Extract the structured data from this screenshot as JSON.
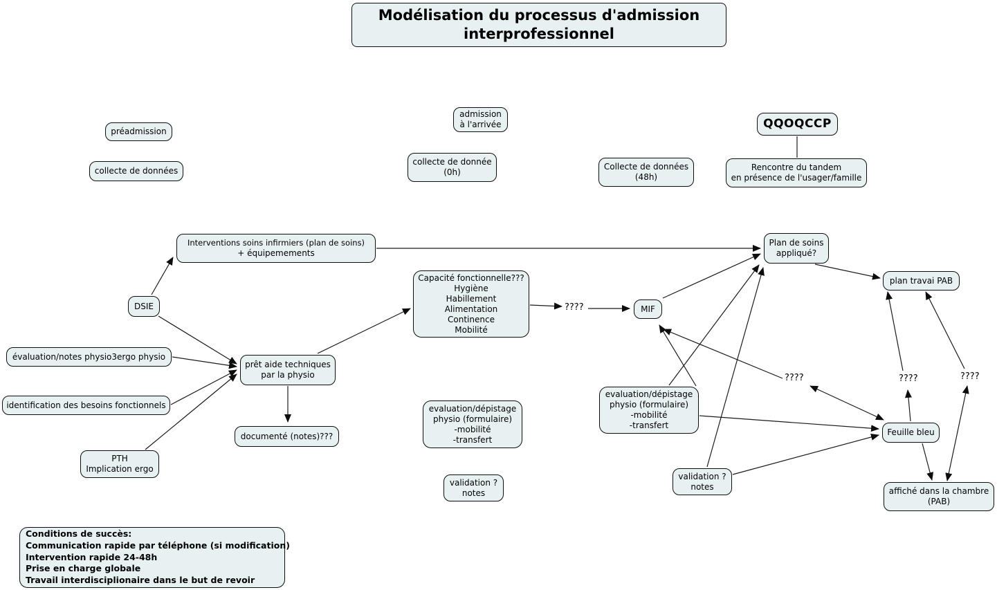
{
  "colors": {
    "node_fill": "#e8f1f2",
    "node_border": "#0d0d0d",
    "line_color": "#1a1a1a",
    "background": "#ffffff"
  },
  "title": {
    "line1": "Modélisation du processus d'admission",
    "line2": "interprofessionnel"
  },
  "nodes": {
    "preadmission": {
      "label": "préadmission"
    },
    "collecte_pre": {
      "label": "collecte de données"
    },
    "admission": {
      "lines": [
        "admission",
        "à l'arrivée"
      ]
    },
    "collecte_0h": {
      "lines": [
        "collecte de donnée",
        "(0h)"
      ]
    },
    "collecte_48h": {
      "lines": [
        "Collecte de données",
        "(48h)"
      ]
    },
    "qqoqccp": {
      "label": "QQOQCCP"
    },
    "rencontre": {
      "lines": [
        "Rencontre du tandem",
        "en présence de l'usager/famille"
      ]
    },
    "interventions": {
      "lines": [
        "Interventions soins infirmiers (plan de soins)",
        "+ équipemements"
      ]
    },
    "dsie": {
      "label": "DSIE"
    },
    "capacite": {
      "lines": [
        "Capacité fonctionnelle???",
        "Hygiène",
        "Habillement",
        "Alimentation",
        "Continence",
        "Mobilité"
      ]
    },
    "mif": {
      "label": "MIF"
    },
    "eval_notes_physio": {
      "label": "évaluation/notes physio3ergo physio"
    },
    "identification": {
      "label": "identification des besoins fonctionnels"
    },
    "pth": {
      "lines": [
        "PTH",
        "Implication ergo"
      ]
    },
    "pret_aide": {
      "lines": [
        "prêt aide techniques",
        "par la physio"
      ]
    },
    "documente": {
      "label": "documenté (notes)???"
    },
    "eval_depistage_center": {
      "lines": [
        "evaluation/dépistage",
        "physio (formulaire)",
        "-mobilité",
        "-transfert"
      ]
    },
    "validation_center": {
      "lines": [
        "validation ?",
        "notes"
      ]
    },
    "plan_soins": {
      "lines": [
        "Plan de soins",
        "appliqué?"
      ]
    },
    "plan_travai": {
      "label": "plan travai PAB"
    },
    "eval_depistage_right": {
      "lines": [
        "evaluation/dépistage",
        "physio (formulaire)",
        "-mobilité",
        "-transfert"
      ]
    },
    "validation_right": {
      "lines": [
        "validation ?",
        "notes"
      ]
    },
    "feuille_bleu": {
      "label": "Feuille bleu"
    },
    "affiche": {
      "lines": [
        "affiché dans la chambre",
        "(PAB)"
      ]
    },
    "conditions": {
      "lines": [
        "Conditions de succès:",
        "Communication rapide par téléphone (si modification)",
        "Intervention rapide 24-48h",
        "Prise en charge globale",
        "Travail interdisciplionaire dans le but de revoir"
      ]
    }
  },
  "edge_labels": {
    "q_mif": "????",
    "q_left": "????",
    "q_mid": "????",
    "q_right": "????"
  }
}
